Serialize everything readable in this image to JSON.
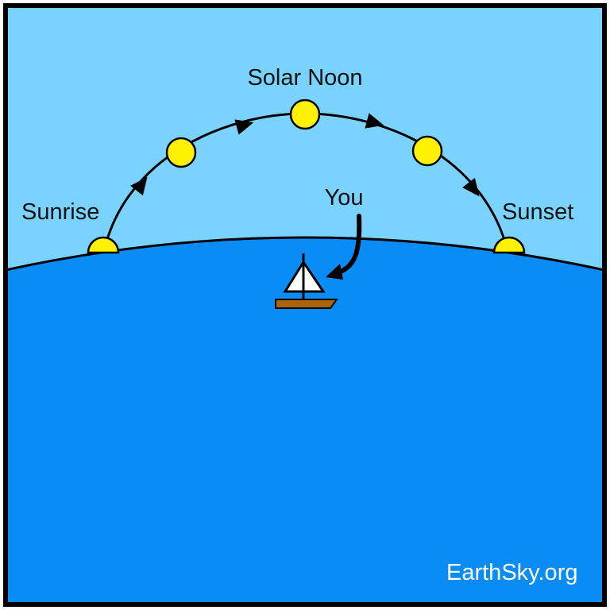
{
  "labels": {
    "sunrise": "Sunrise",
    "solar_noon": "Solar Noon",
    "sunset": "Sunset",
    "you": "You"
  },
  "watermark": "EarthSky.org",
  "colors": {
    "sky": "#7AD3FF",
    "sea": "#0A8CF6",
    "sun": "#FFF200",
    "hull": "#A9640F",
    "sail": "#FFFFFF",
    "outline": "#000000"
  }
}
